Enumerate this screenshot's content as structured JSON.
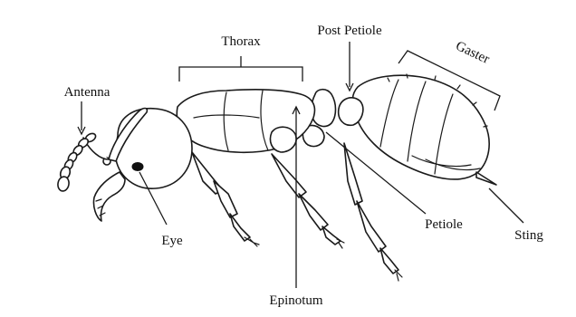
{
  "labels": {
    "thorax": "Thorax",
    "post_petiole": "Post Petiole",
    "gaster": "Gaster",
    "antenna": "Antenna",
    "eye": "Eye",
    "epinotum": "Epinotum",
    "petiole": "Petiole",
    "sting": "Sting"
  },
  "colors": {
    "line": "#1a1a1a",
    "background": "#ffffff"
  }
}
